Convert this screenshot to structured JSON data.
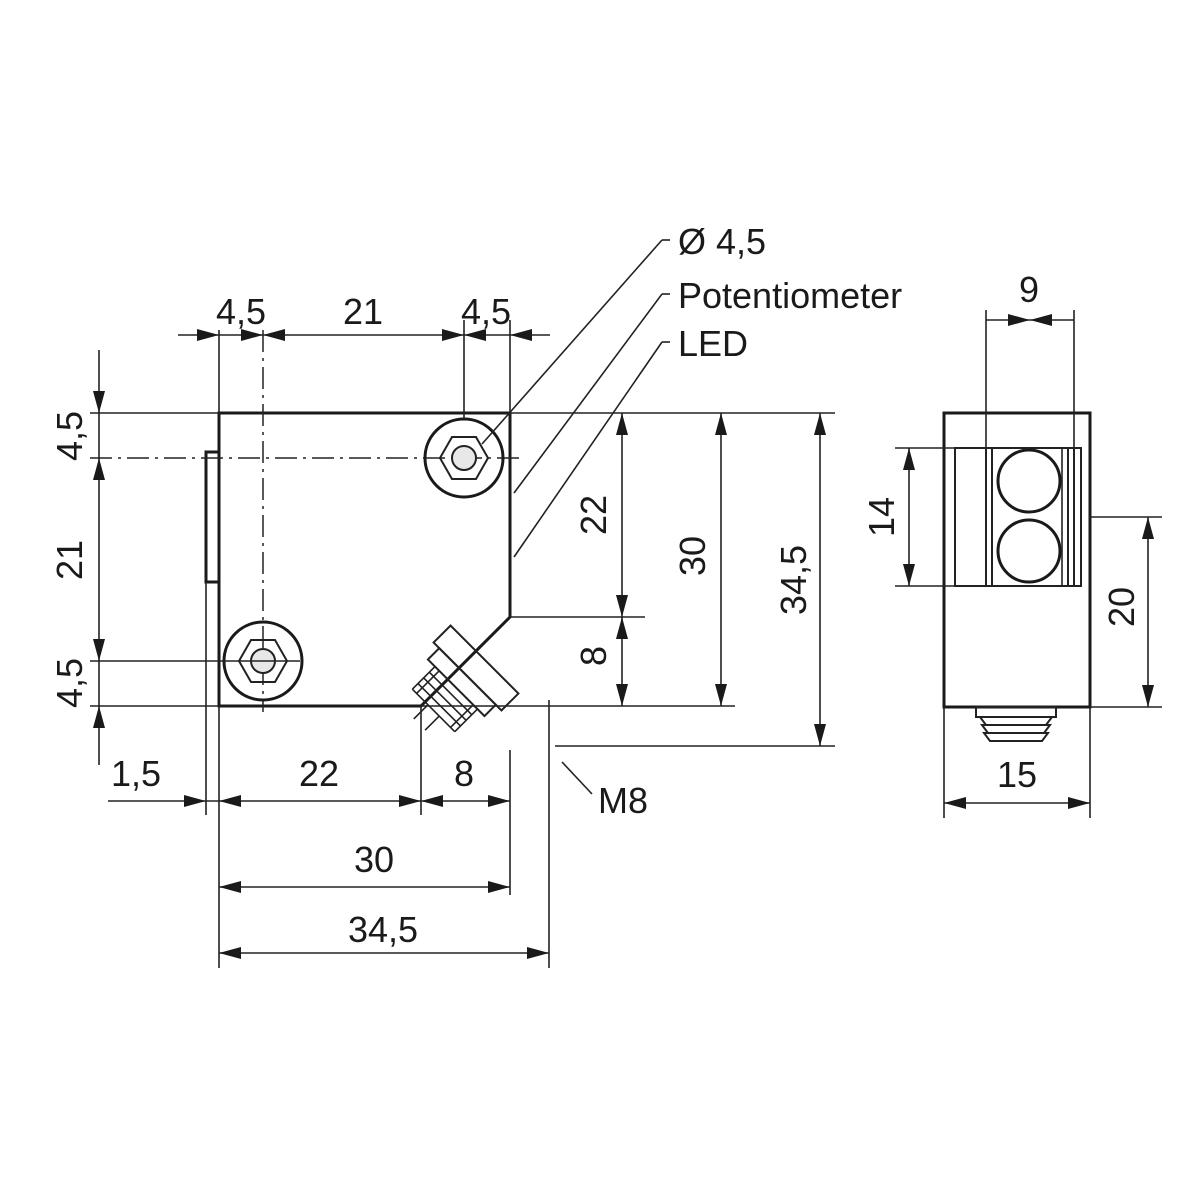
{
  "front_view": {
    "top_dims": {
      "left_offset": "4,5",
      "hole_spacing": "21",
      "right_offset": "4,5"
    },
    "left_dims": {
      "top_offset": "4,5",
      "hole_spacing": "21",
      "bottom_offset": "4,5"
    },
    "right_dims": {
      "upper": "22",
      "lower": "8",
      "height_body": "30",
      "height_total": "34,5"
    },
    "bottom_dims": {
      "tab": "1,5",
      "base": "22",
      "chamfer": "8",
      "width_body": "30",
      "width_total": "34,5"
    },
    "labels": {
      "hole_diameter": "Ø 4,5",
      "potentiometer": "Potentiometer",
      "led": "LED",
      "connector": "M8"
    }
  },
  "side_view": {
    "dims": {
      "lens_width": "9",
      "lens_height": "14",
      "lens_offset": "20",
      "body_width": "15"
    }
  }
}
